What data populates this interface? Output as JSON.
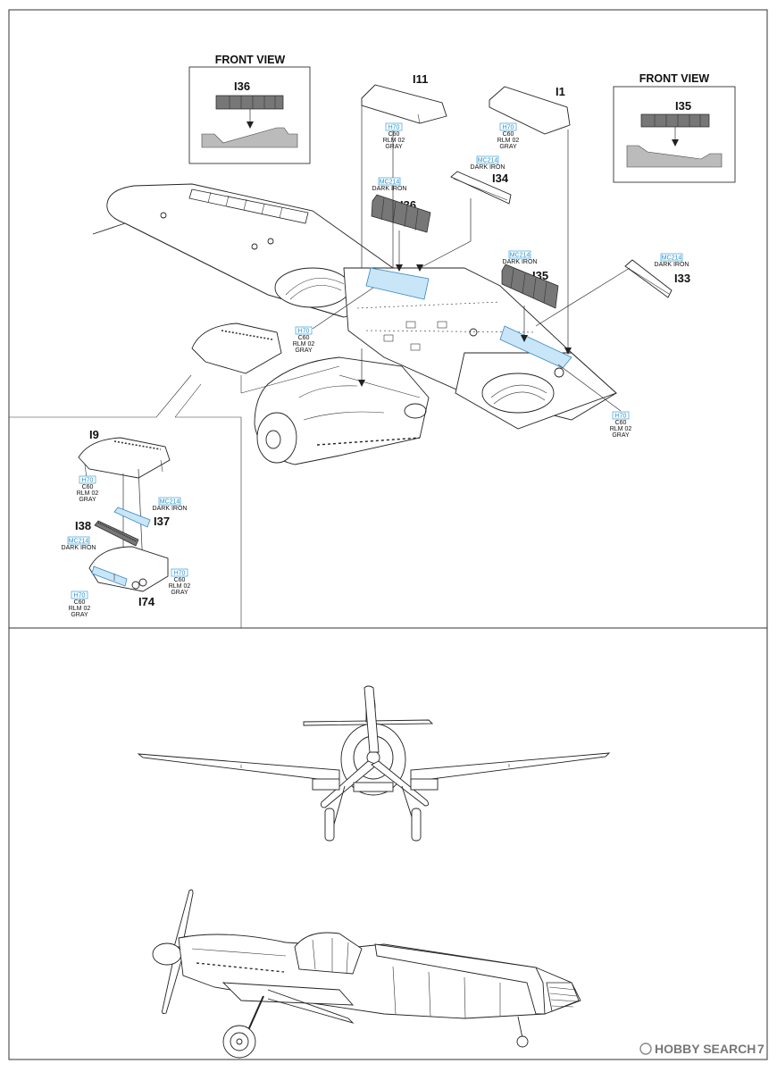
{
  "front_view_left": {
    "title": "FRONT VIEW",
    "part": "I36"
  },
  "front_view_right": {
    "title": "FRONT VIEW",
    "part": "I35"
  },
  "parts": {
    "I11": "I11",
    "I1": "I1",
    "I34": "I34",
    "I36": "I36",
    "I35": "I35",
    "I33": "I33",
    "I9": "I9",
    "I37": "I37",
    "I38": "I38",
    "I74": "I74"
  },
  "paint": {
    "h70": "H70",
    "c60": "C60",
    "rlm02_l1": "RLM 02",
    "rlm02_l2": "GRAY",
    "mc214": "MC214",
    "dark_iron": "DARK IRON"
  },
  "watermark": {
    "brand": "HOBBY SEARCH",
    "page": "7"
  },
  "colors": {
    "paint_code": "#1f8fd0",
    "part_gray": "#777777",
    "clear_part": "#c8e6f7"
  }
}
